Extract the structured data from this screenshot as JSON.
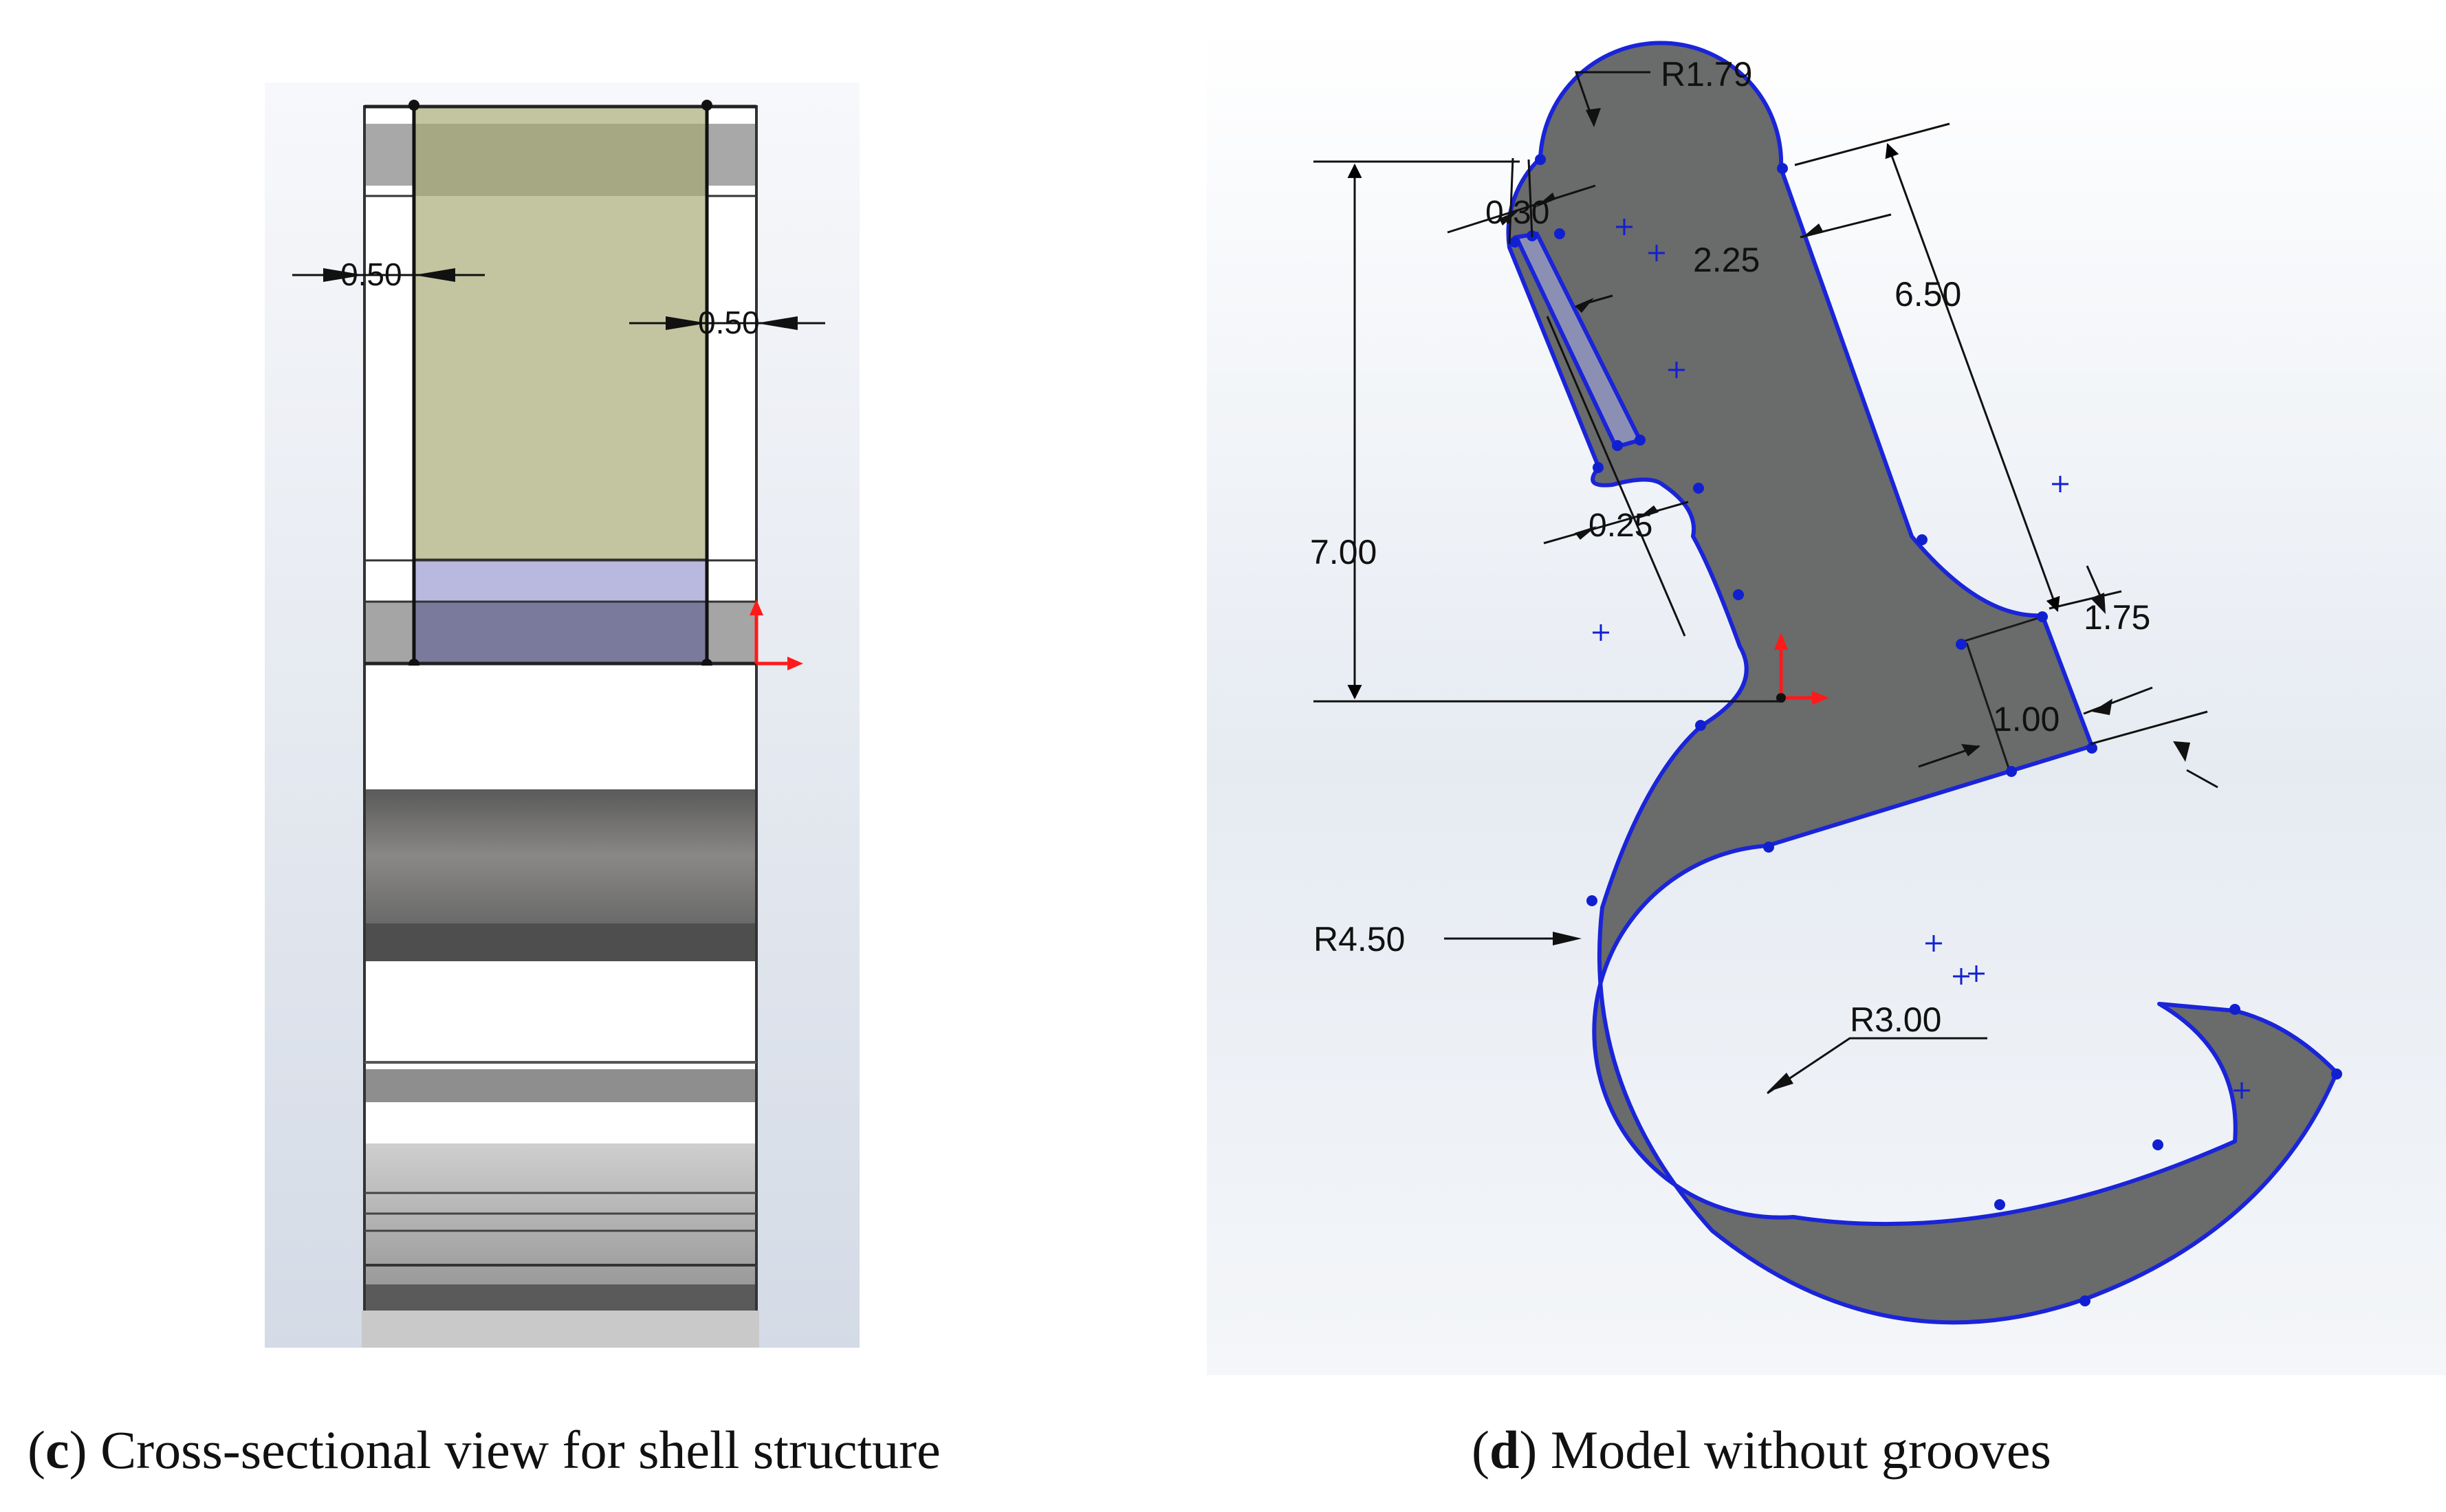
{
  "panel_c": {
    "dimensions": {
      "wall_left": "0.50",
      "wall_right": "0.50"
    },
    "caption": {
      "letter": "c",
      "text": "Cross-sectional view for shell structure"
    }
  },
  "panel_d": {
    "dimensions": {
      "r_top": "R1.79",
      "slot_width": "0.30",
      "neck_width": "2.25",
      "shank_length": "6.50",
      "slot_gap": "0.25",
      "total_height": "7.00",
      "tab_height": "1.75",
      "tab_width": "1.00",
      "r_outer": "R4.50",
      "r_inner": "R3.00"
    },
    "caption": {
      "letter": "d",
      "text": "Model without grooves"
    }
  },
  "colors": {
    "shell_fill": "#c3c5a0",
    "shell_top_band": "#a6a883",
    "base_band": "#8586a6",
    "body_gray": "#6a6b6b",
    "outline_blue": "#1a24d8",
    "axis_red": "#ff1a1a",
    "point_blue": "#1020d0"
  }
}
